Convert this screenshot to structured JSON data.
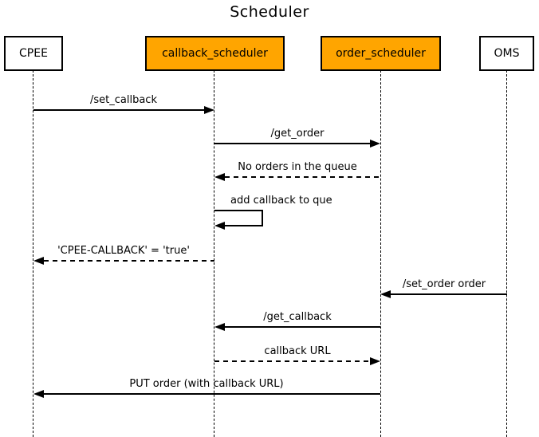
{
  "title": "Scheduler",
  "colors": {
    "participant_highlight": "#FFA500",
    "participant_default": "#FFFFFF",
    "line": "#000000",
    "background": "#FFFFFF"
  },
  "participants": [
    {
      "name": "CPEE",
      "highlighted": false
    },
    {
      "name": "callback_scheduler",
      "highlighted": true
    },
    {
      "name": "order_scheduler",
      "highlighted": true
    },
    {
      "name": "OMS",
      "highlighted": false
    }
  ],
  "messages": [
    {
      "label": "/set_callback",
      "from": "CPEE",
      "to": "callback_scheduler",
      "line_style": "solid",
      "direction": "right"
    },
    {
      "label": "/get_order",
      "from": "callback_scheduler",
      "to": "order_scheduler",
      "line_style": "solid",
      "direction": "right"
    },
    {
      "label": "No orders in the queue",
      "from": "order_scheduler",
      "to": "callback_scheduler",
      "line_style": "dashed",
      "direction": "left"
    },
    {
      "label": "add callback to que",
      "from": "callback_scheduler",
      "to": "callback_scheduler",
      "line_style": "solid",
      "direction": "self"
    },
    {
      "label": "'CPEE-CALLBACK' = 'true'",
      "from": "callback_scheduler",
      "to": "CPEE",
      "line_style": "dashed",
      "direction": "left"
    },
    {
      "label": "/set_order order",
      "from": "OMS",
      "to": "order_scheduler",
      "line_style": "solid",
      "direction": "left"
    },
    {
      "label": "/get_callback",
      "from": "order_scheduler",
      "to": "callback_scheduler",
      "line_style": "solid",
      "direction": "left"
    },
    {
      "label": "callback URL",
      "from": "callback_scheduler",
      "to": "order_scheduler",
      "line_style": "dashed",
      "direction": "right"
    },
    {
      "label": "PUT order (with callback URL)",
      "from": "order_scheduler",
      "to": "CPEE",
      "line_style": "solid",
      "direction": "left"
    }
  ]
}
